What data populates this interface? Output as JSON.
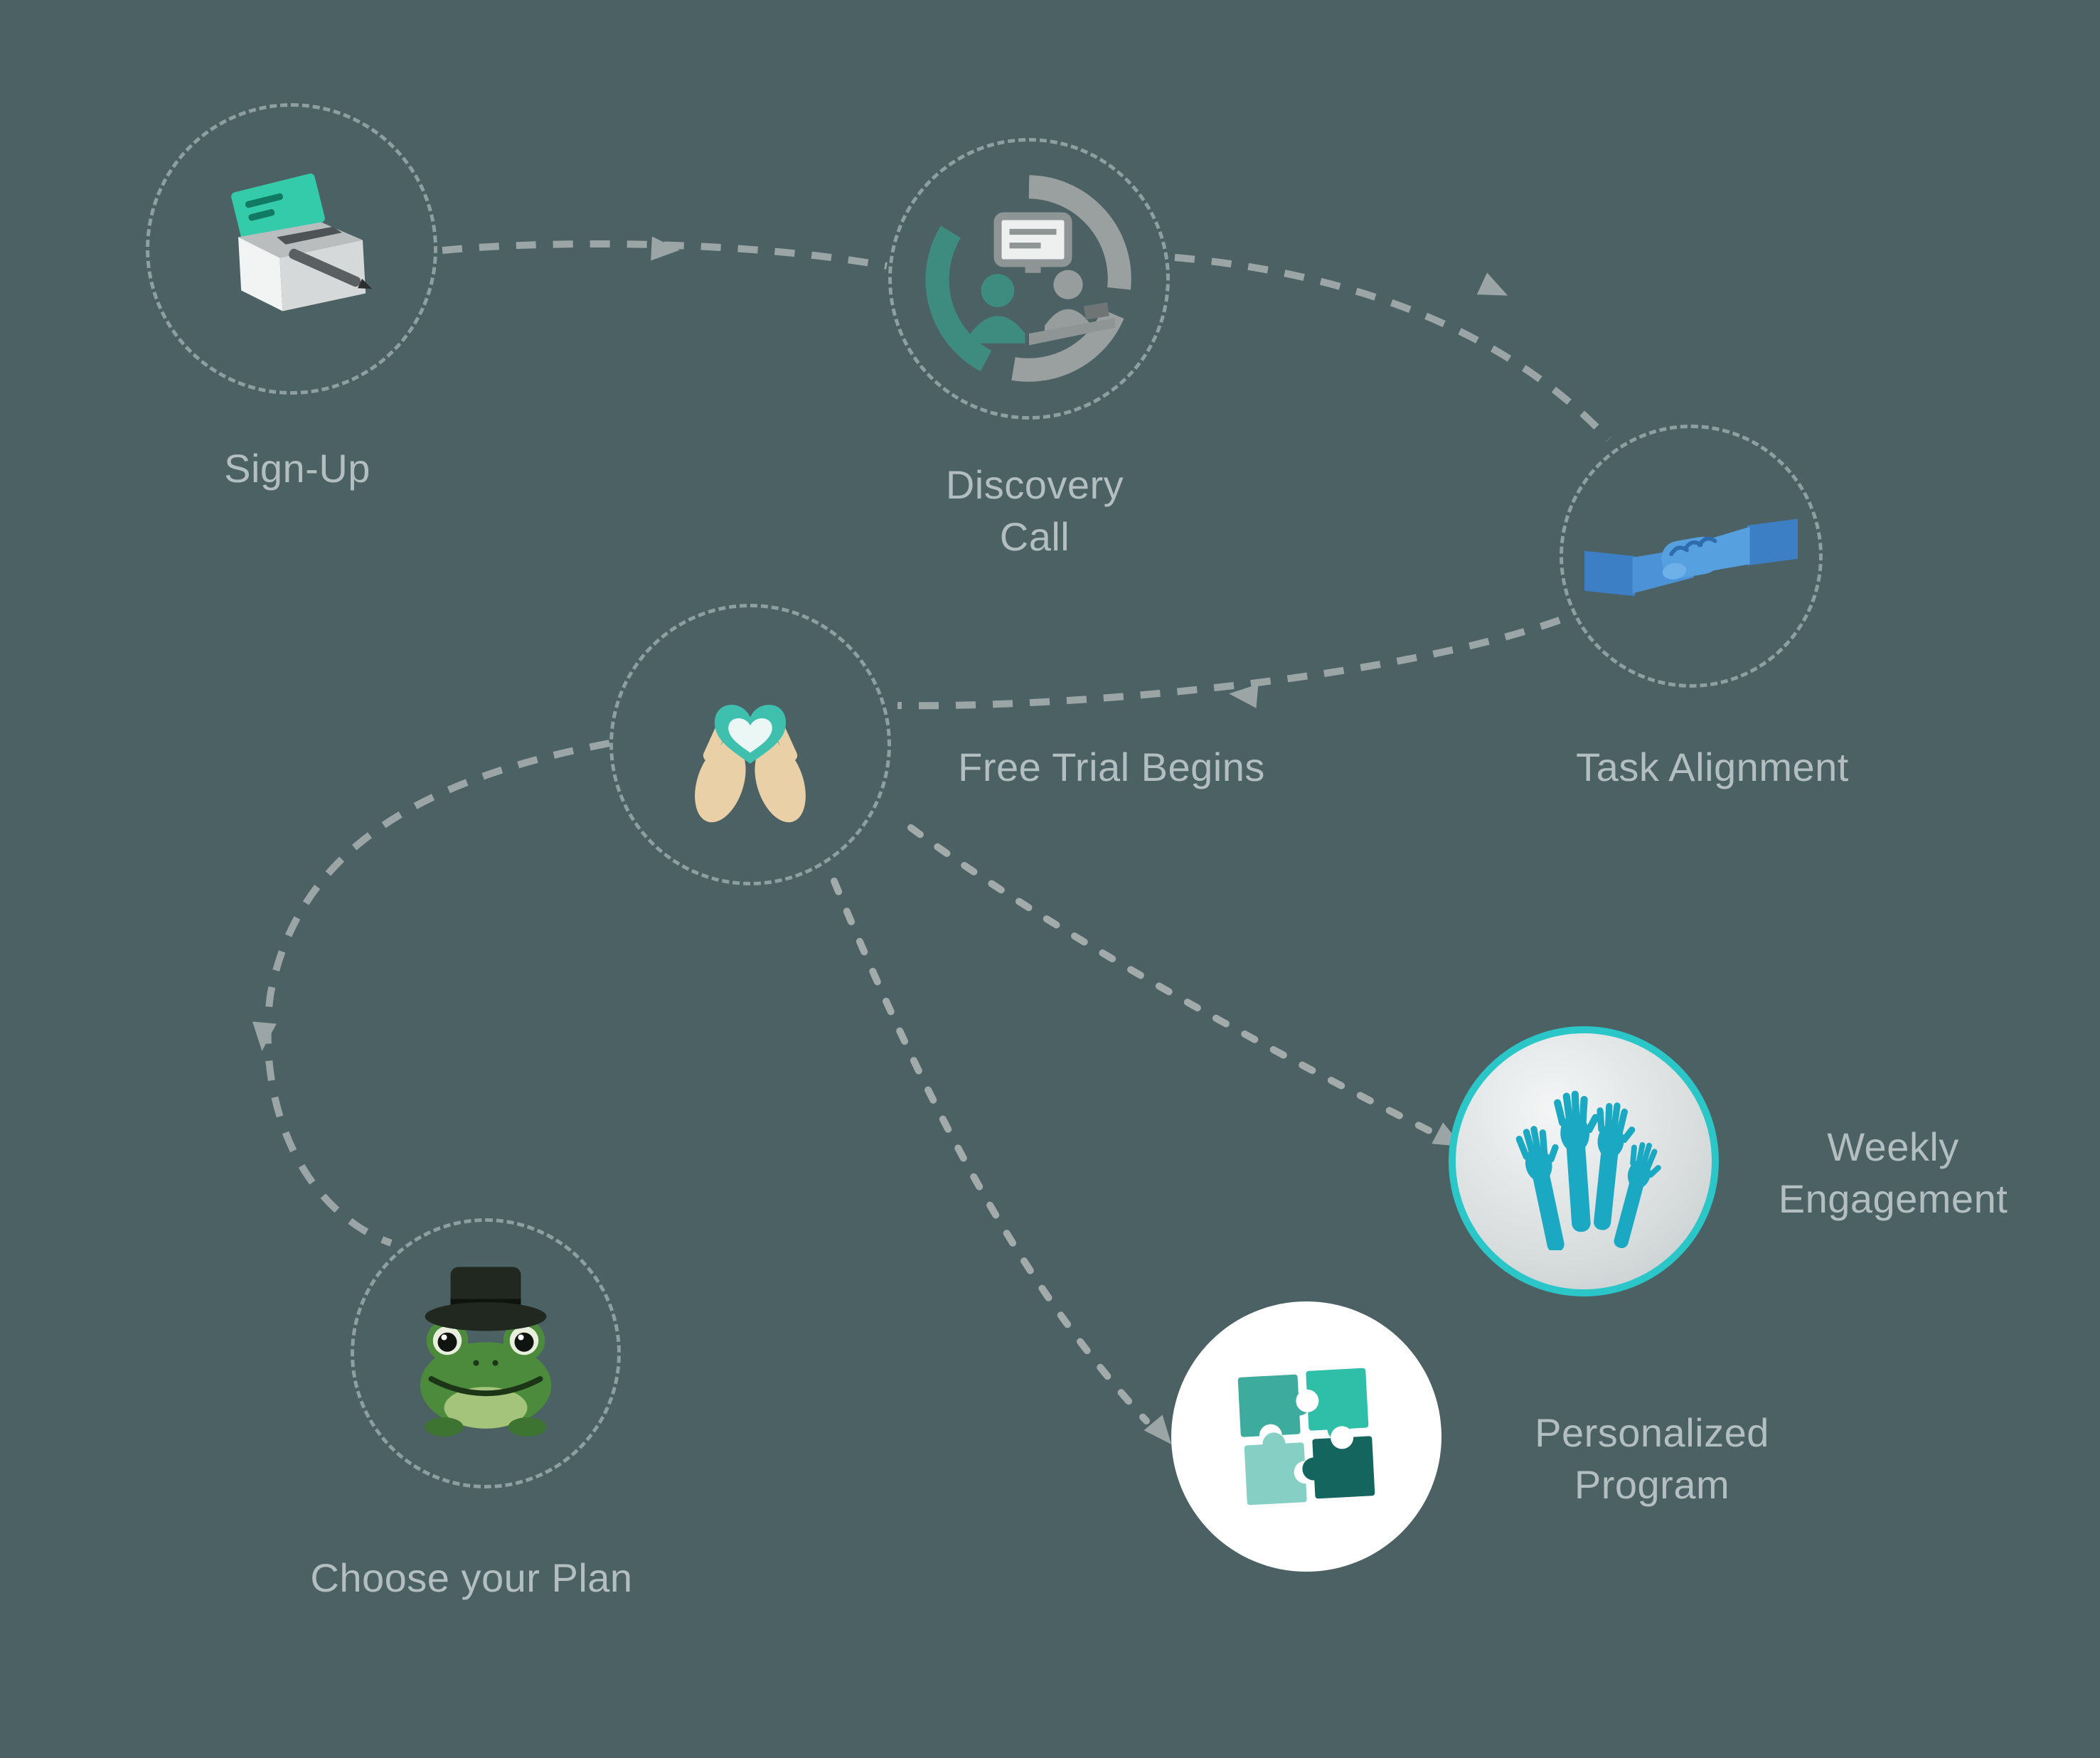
{
  "colors": {
    "background": "#4c6164",
    "label_text": "#b3bec0",
    "connector_gray": "#9ba5a5",
    "accent_teal": "#2bc6c8",
    "signup_card_teal": "#34cbaa",
    "discovery_teal": "#3e8c80",
    "handshake_blue": "#4b93d6",
    "heart_teal": "#3fc0ae",
    "frog_green": "#4c8a3c",
    "raised_hands_teal": "#1aa8c2",
    "puzzle_dark_teal": "#15655f"
  },
  "steps": [
    {
      "id": "sign-up",
      "icon": "ballot-box-icon",
      "lines": [
        "Sign-Up"
      ]
    },
    {
      "id": "discovery-call",
      "icon": "video-meeting-icon",
      "lines": [
        "Discovery",
        "Call"
      ]
    },
    {
      "id": "task-alignment",
      "icon": "handshake-icon",
      "lines": [
        "Task Alignment"
      ]
    },
    {
      "id": "free-trial-begins",
      "icon": "heart-hands-icon",
      "lines": [
        "Free Trial Begins"
      ]
    },
    {
      "id": "choose-your-plan",
      "icon": "frog-in-hat-icon",
      "lines": [
        "Choose your Plan"
      ]
    },
    {
      "id": "weekly-engagement",
      "icon": "raised-hands-icon",
      "lines": [
        "Weekly",
        "Engagement"
      ]
    },
    {
      "id": "personalized-program",
      "icon": "puzzle-pieces-icon",
      "lines": [
        "Personalized",
        "Program"
      ]
    }
  ]
}
